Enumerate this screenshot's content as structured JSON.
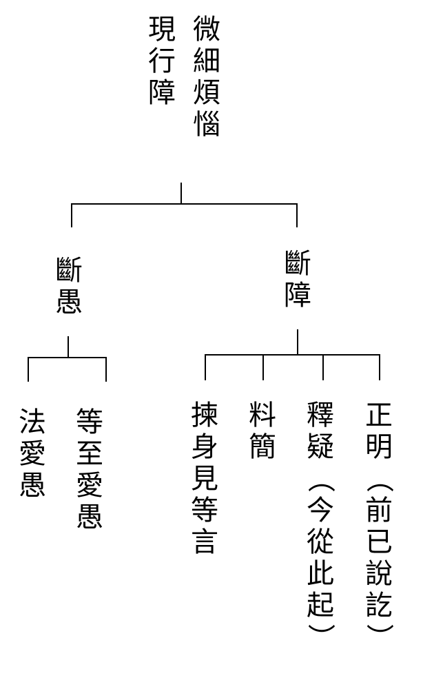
{
  "root": {
    "col1": "微細煩惱",
    "col2": "現行障"
  },
  "branches": {
    "left": {
      "label": "斷愚",
      "children": [
        {
          "label": "等至愛愚"
        },
        {
          "label": "法愛愚"
        }
      ]
    },
    "right": {
      "label": "斷障",
      "children": [
        {
          "label": "正明（前已說訖）"
        },
        {
          "label": "釋疑（今從此起）"
        },
        {
          "label": "料簡"
        },
        {
          "label": "揀身見等言"
        }
      ]
    }
  }
}
